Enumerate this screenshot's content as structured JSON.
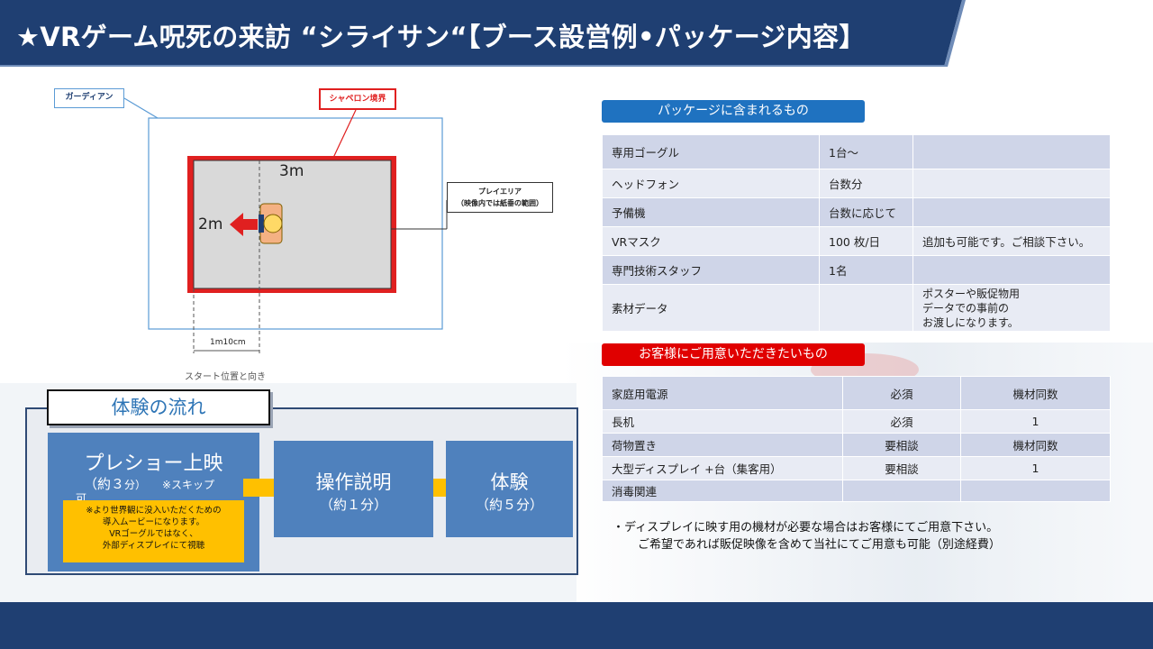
{
  "header": {
    "title": "★VRゲーム呪死の来訪 “シライサン“【ブース設営例•パッケージ内容】"
  },
  "diagram": {
    "guardian_label": "ガーディアン",
    "chaperone_label": "シャペロン境界",
    "play_area_title": "プレイエリア",
    "play_area_note": "（映像内では紙垂の範囲）",
    "width_label": "3m",
    "depth_label": "2m",
    "distance_label": "1m10cm",
    "start_label": "スタート位置と向き",
    "colors": {
      "chaperone": "#e02020",
      "guardian": "#5b9bd5",
      "arrow": "#e02020",
      "area": "#d9d9d9"
    }
  },
  "flow": {
    "title": "体験の流れ",
    "steps": [
      {
        "title": "プレショー上映",
        "duration_a": "（約３",
        "duration_b": "分）",
        "extra": "※スキップ",
        "extra2": "可"
      },
      {
        "title": "操作説明",
        "duration": "（約１分）"
      },
      {
        "title": "体験",
        "duration": "（約５分）"
      }
    ],
    "note_lines": [
      "※より世界観に没入いただくための",
      "導入ムービーになります。",
      "VRゴーグルではなく、",
      "外部ディスプレイにて視聴"
    ],
    "colors": {
      "step": "#4f81bd",
      "arrow": "#ffc000",
      "note": "#ffc000"
    }
  },
  "package": {
    "header": "パッケージに含まれるもの",
    "rows": [
      [
        "専用ゴーグル",
        "1台～",
        ""
      ],
      [
        "ヘッドフォン",
        "台数分",
        ""
      ],
      [
        "予備機",
        "台数に応じて",
        ""
      ],
      [
        "VRマスク",
        "100 枚/日",
        "追加も可能です。ご相談下さい。"
      ],
      [
        "専門技術スタッフ",
        "1名",
        ""
      ],
      [
        "素材データ",
        "",
        [
          "ポスターや販促物用",
          "データでの事前の",
          "お渡しになります。"
        ]
      ]
    ]
  },
  "customer": {
    "header": "お客様にご用意いただきたいもの",
    "rows": [
      [
        "家庭用電源",
        "必須",
        "機材同数"
      ],
      [
        "長机",
        "必須",
        "1"
      ],
      [
        "荷物置き",
        "要相談",
        "機材同数"
      ],
      [
        "大型ディスプレイ +台（集客用）",
        "要相談",
        "1"
      ],
      [
        "消毒関連",
        "",
        ""
      ]
    ]
  },
  "notes": {
    "display_line1": "・ディスプレイに映す用の機材が必要な場合はお客様にてご用意下さい。",
    "display_line2": "ご希望であれば販促映像を含めて当社にてご用意も可能（別途経費）"
  },
  "theme": {
    "header_bg": "#1f3f72",
    "footer_bg": "#1f3f72"
  }
}
